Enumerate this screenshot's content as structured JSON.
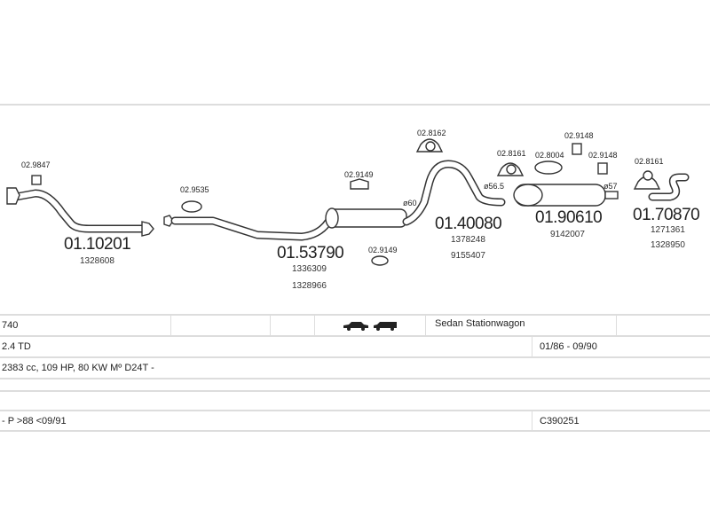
{
  "parts": [
    {
      "number": "01.10201",
      "oe": [
        "1328608"
      ],
      "clamp": "02.9847"
    },
    {
      "number": "01.53790",
      "oe": [
        "1336309",
        "1328966"
      ],
      "gasket": "02.9535",
      "rubbers": [
        "02.9149",
        "02.9149"
      ]
    },
    {
      "number": "01.40080",
      "oe": [
        "1378248",
        "9155407"
      ],
      "diameter": "ø60",
      "hanger": "02.8162"
    },
    {
      "number": "01.90610",
      "oe": [
        "9142007"
      ],
      "diameter_in": "ø56.5",
      "diameter_out": "ø57",
      "hanger": "02.8161",
      "gasket": "02.8004",
      "rubbers": [
        "02.9148",
        "02.9148"
      ]
    },
    {
      "number": "01.70870",
      "oe": [
        "1271361",
        "1328950"
      ],
      "hanger": "02.8161"
    }
  ],
  "table": {
    "model": "740",
    "body_types": "Sedan Stationwagon",
    "engine": "2.4 TD",
    "period": "01/86 - 09/90",
    "specs": "2383 cc, 109 HP, 80 KW Mº D24T -",
    "note": "- P >88 <09/91",
    "code": "C390251"
  },
  "icons": [
    "sedan-icon",
    "stationwagon-icon"
  ]
}
